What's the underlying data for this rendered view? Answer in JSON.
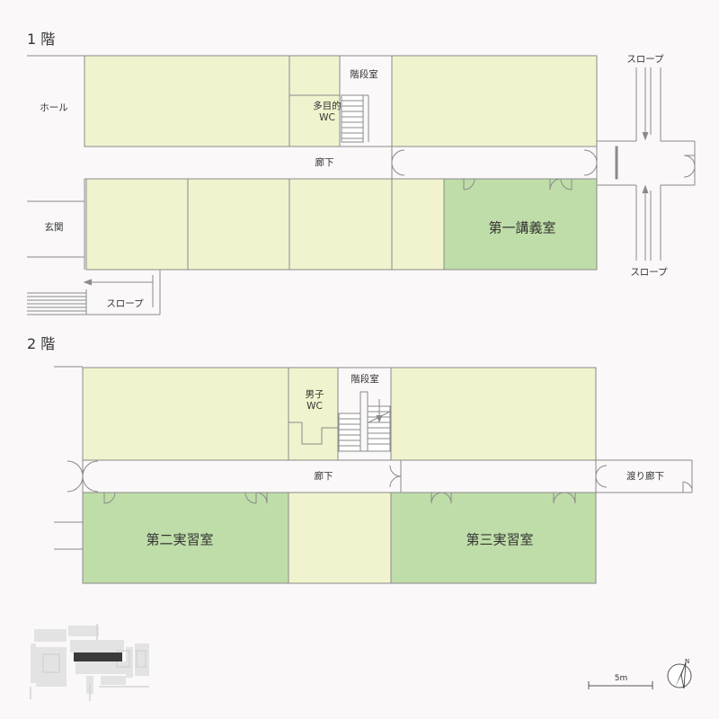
{
  "colors": {
    "background": "#fbf8f9",
    "room_fill": "#f1f3ce",
    "highlight_fill": "#bfdda8",
    "wall": "#8a8a8a"
  },
  "floor1": {
    "title": "1 階",
    "stair": "階段室",
    "wc": "多目的 WC",
    "wc_line1": "多目的",
    "wc_line2": "WC",
    "hall": "ホール",
    "corridor": "廊下",
    "entrance": "玄関",
    "lecture_room": "第一講義室",
    "slope_top": "スロープ",
    "slope_right": "スロープ",
    "slope_left": "スロープ"
  },
  "floor2": {
    "title": "2 階",
    "stair": "階段室",
    "wc": "男子 WC",
    "wc_line1": "男子",
    "wc_line2": "WC",
    "corridor": "廊下",
    "bridge": "渡り廊下",
    "lab2": "第二実習室",
    "lab3": "第三実習室"
  },
  "scale_bar": {
    "label": "5m"
  },
  "north": {
    "label": "N"
  }
}
